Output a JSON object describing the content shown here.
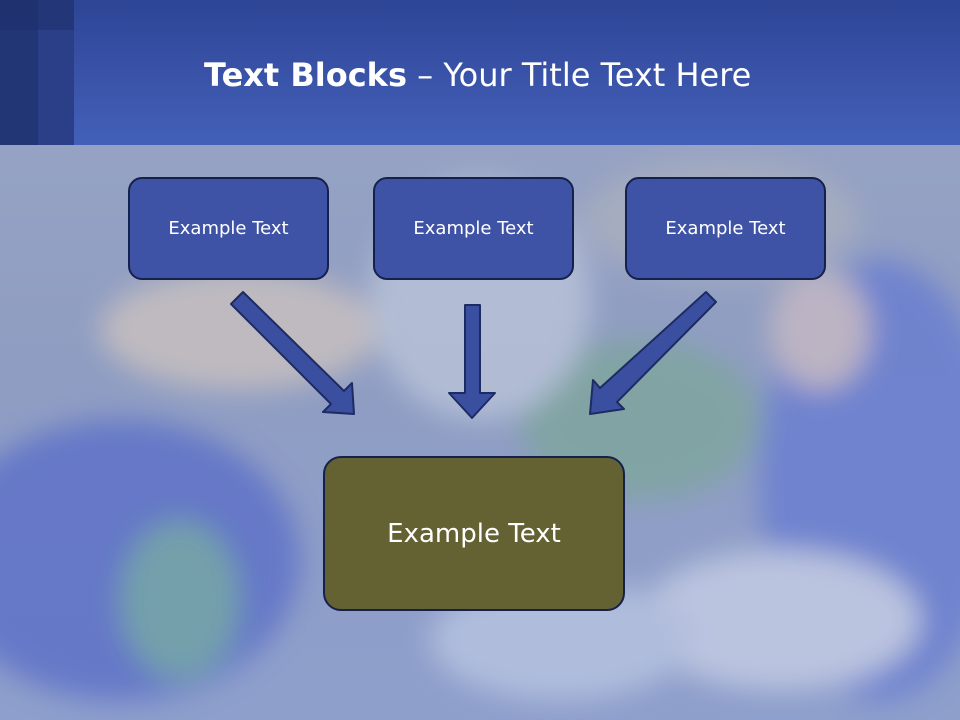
{
  "title": {
    "bold": "Text Blocks",
    "separator": " – ",
    "rest": "Your Title Text Here"
  },
  "blocks": {
    "top_left": "Example Text",
    "top_center": "Example Text",
    "top_right": "Example Text",
    "bottom": "Example Text"
  },
  "colors": {
    "header": "#3b55ab",
    "block_fill": "#3f53a6",
    "bottom_fill": "#646232",
    "arrow_fill": "#3a4fa0"
  }
}
